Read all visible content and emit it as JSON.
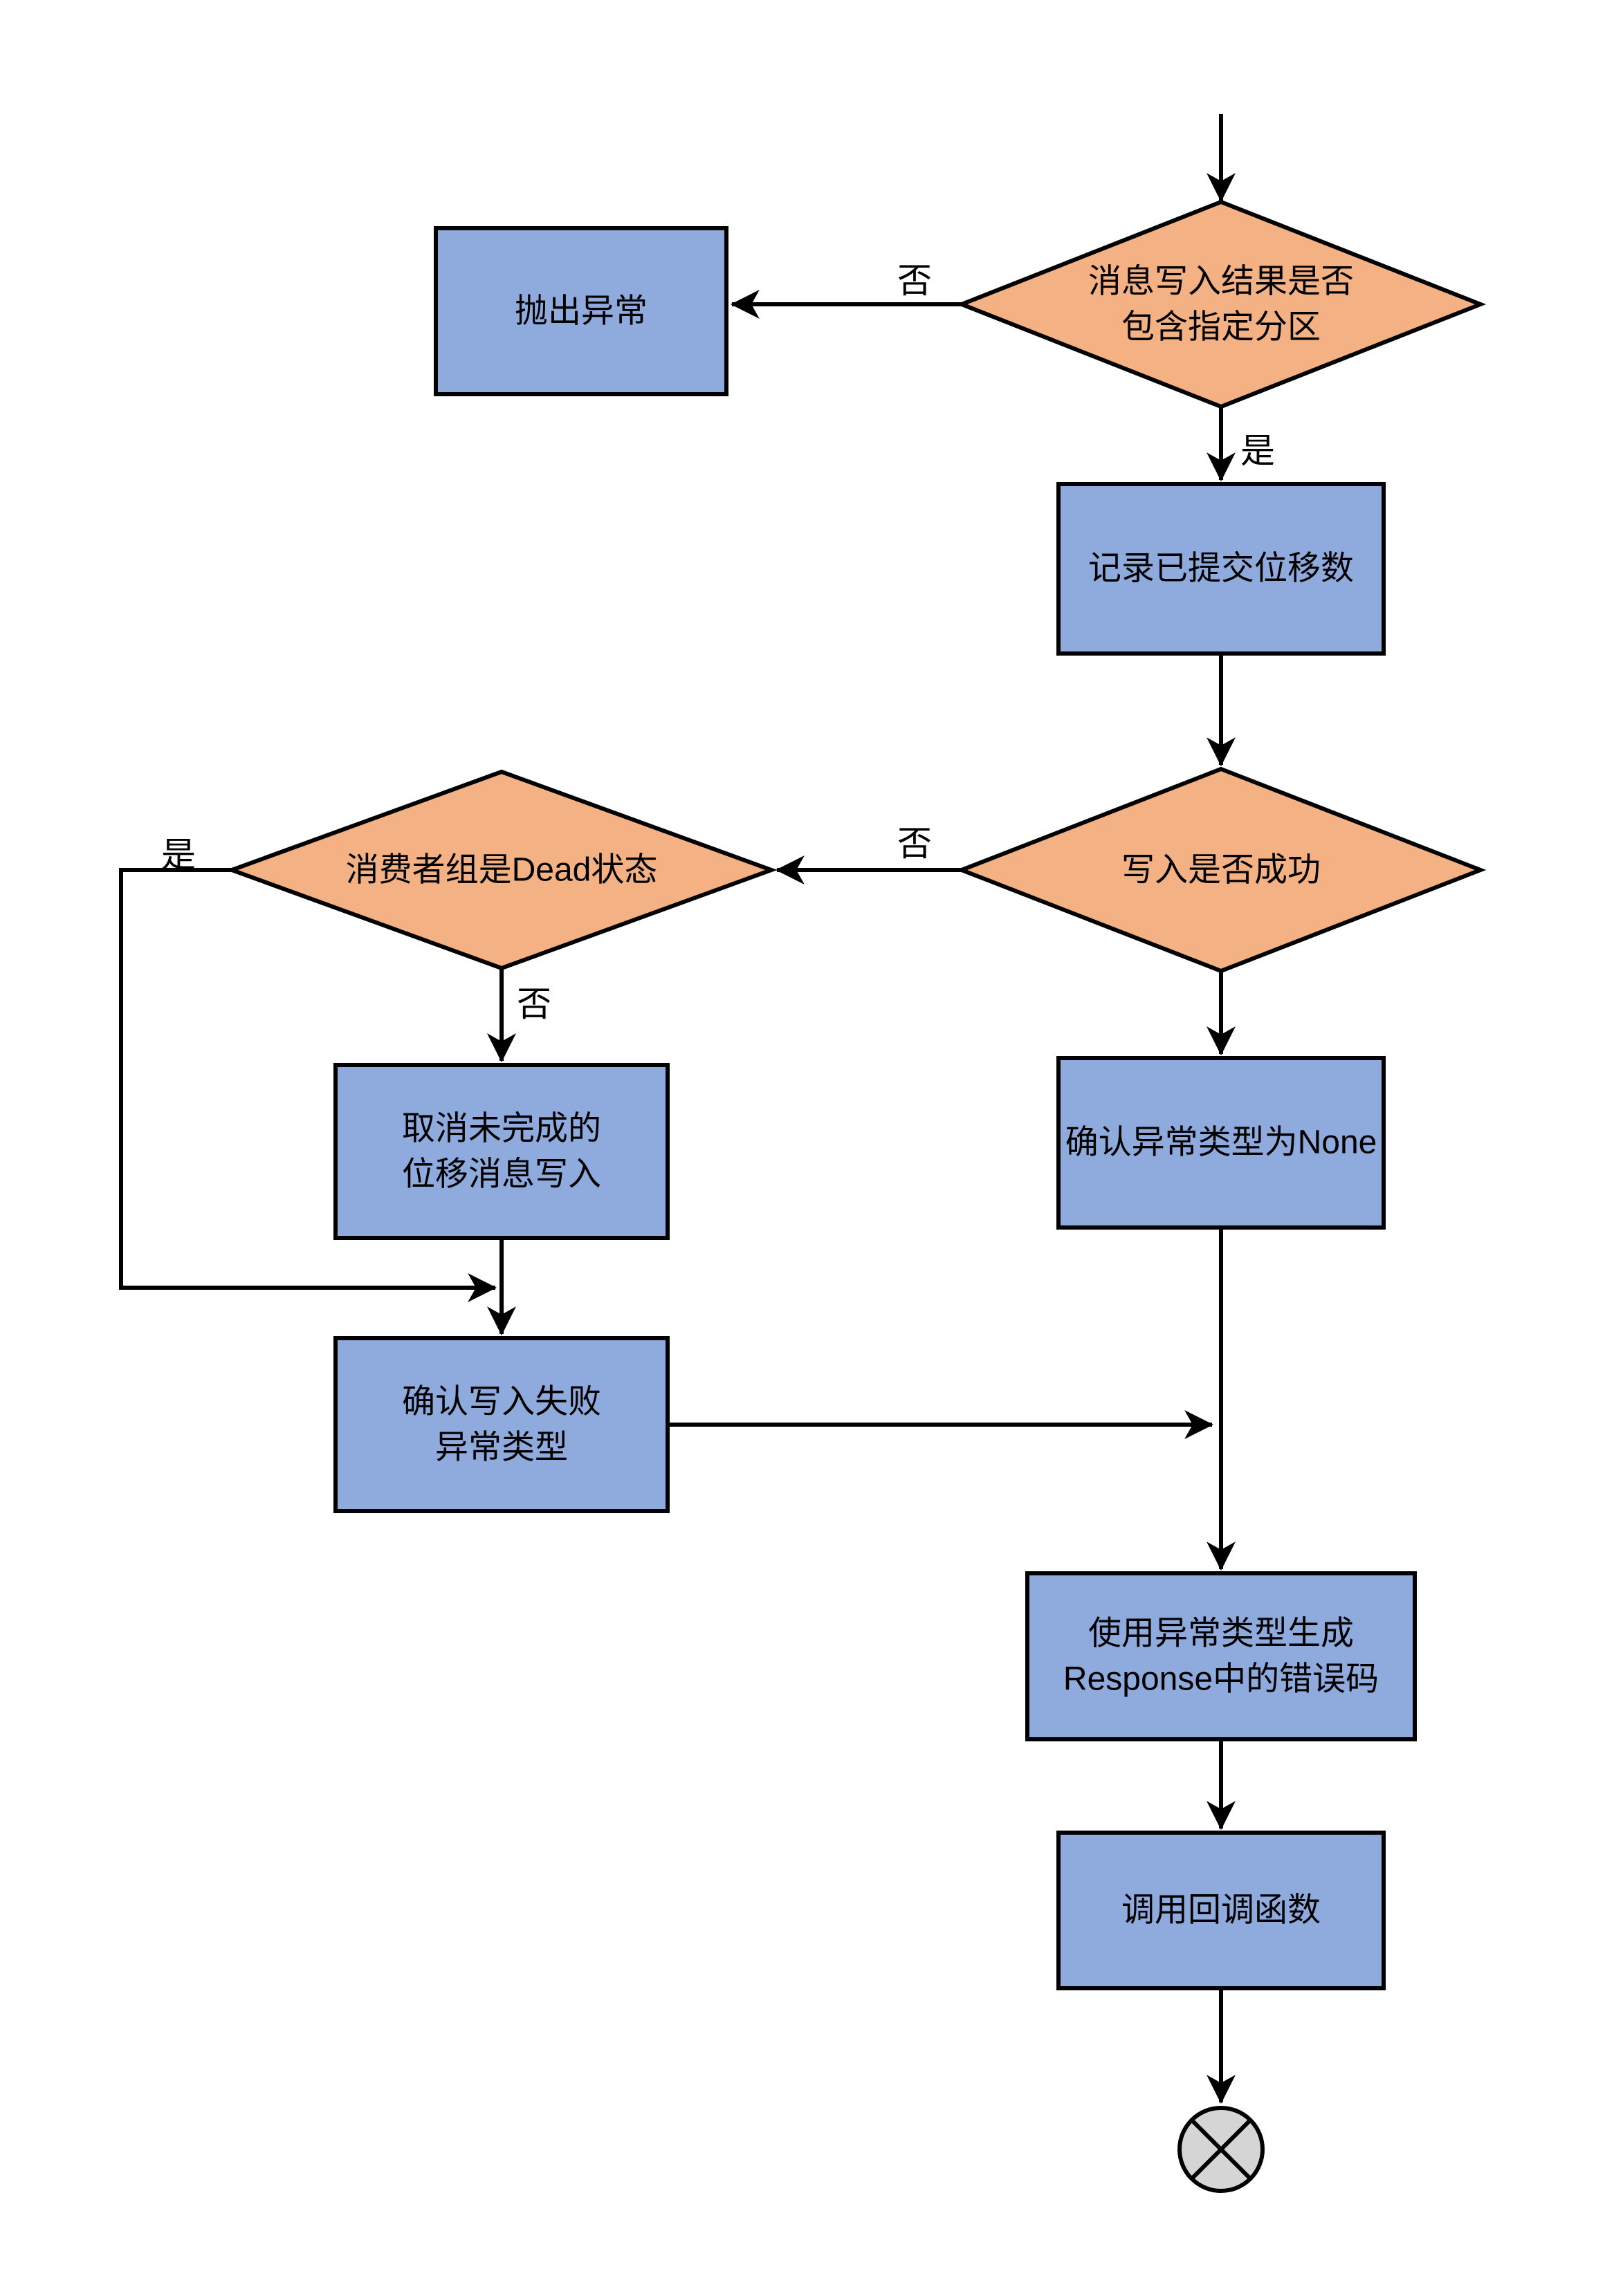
{
  "diagram": {
    "colors": {
      "decision_fill": "#F4B183",
      "process_fill": "#8FAADC",
      "end_fill": "#D5D5D5",
      "stroke": "#000000"
    },
    "nodes": {
      "decision_partition": {
        "line1": "消息写入结果是否",
        "line2": "包含指定分区"
      },
      "process_throw": {
        "label": "抛出异常"
      },
      "process_record": {
        "label": "记录已提交位移数"
      },
      "decision_write_success": {
        "label": "写入是否成功"
      },
      "decision_group_dead": {
        "label": "消费者组是Dead状态"
      },
      "process_cancel": {
        "line1": "取消未完成的",
        "line2": "位移消息写入"
      },
      "process_confirm_fail": {
        "line1": "确认写入失败",
        "line2": "异常类型"
      },
      "process_confirm_none": {
        "label": "确认异常类型为None"
      },
      "process_gen_error_code": {
        "line1": "使用异常类型生成",
        "line2": "Response中的错误码"
      },
      "process_callback": {
        "label": "调用回调函数"
      }
    },
    "edge_labels": {
      "yes": "是",
      "no": "否"
    }
  }
}
